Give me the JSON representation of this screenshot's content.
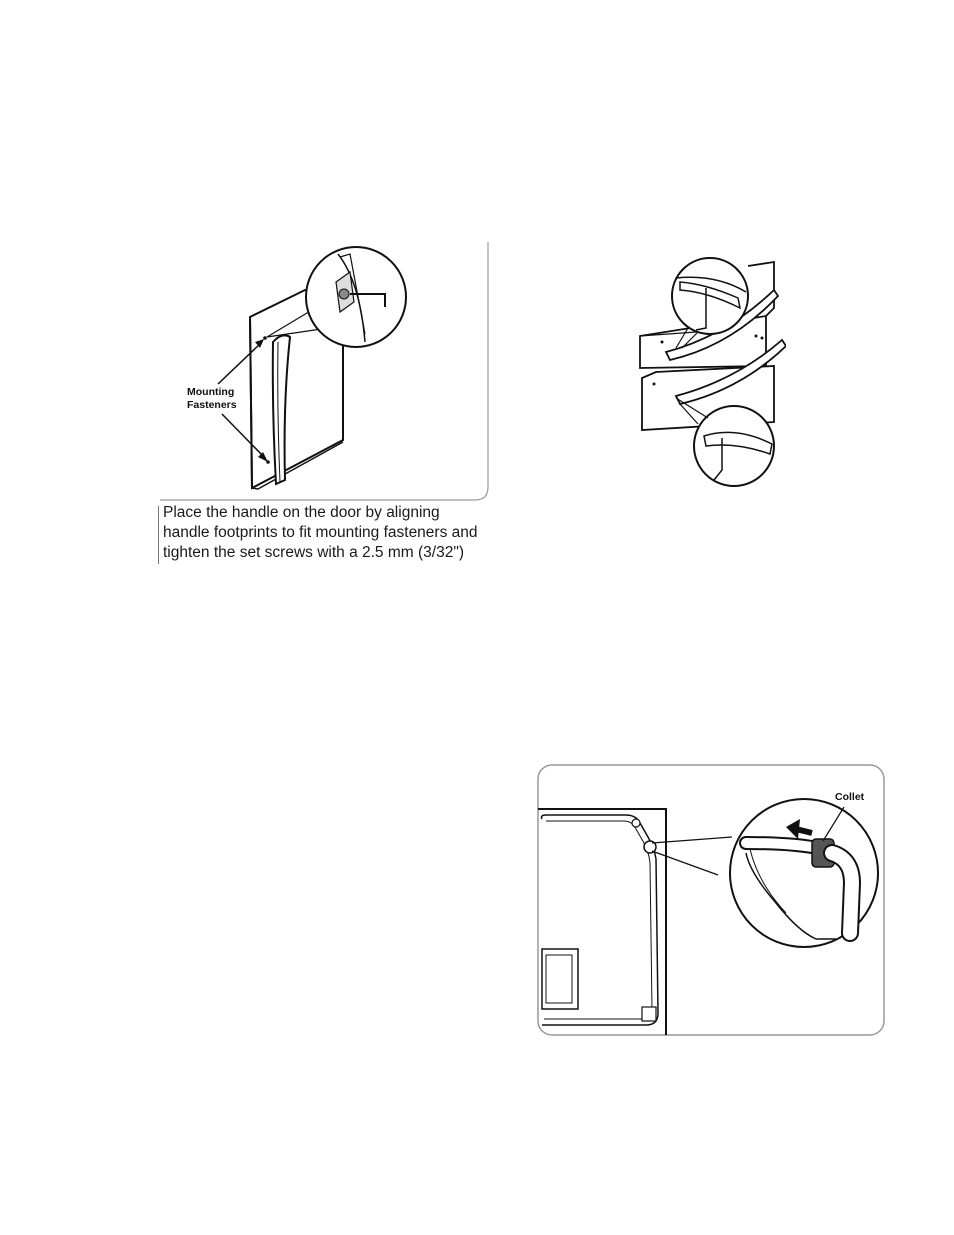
{
  "figures": {
    "door_handle": {
      "callout_label_line1": "Mounting",
      "callout_label_line2": "Fasteners"
    },
    "collet": {
      "callout_label": "Collet"
    }
  },
  "caption": {
    "line1": "Place the handle on the door by aligning",
    "line2": "handle footprints to fit mounting fasteners and",
    "line3": "tighten the set screws with a 2.5 mm (3/32\")"
  }
}
